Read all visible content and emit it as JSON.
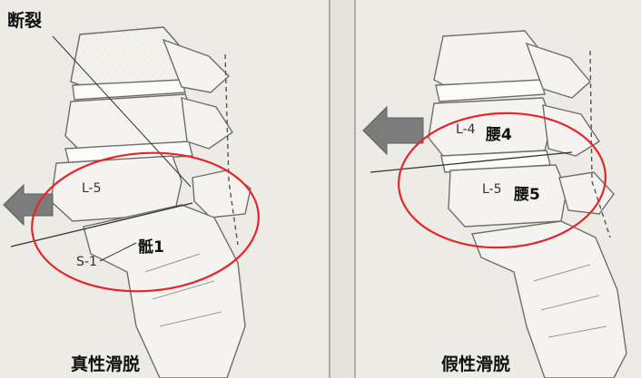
{
  "left_panel": {
    "fracture_label": "断裂",
    "vertebra_label": "L-5",
    "sacrum_label": "S-1",
    "sacrum_cn_label": "骶1",
    "caption": "真性滑脱"
  },
  "right_panel": {
    "upper_vertebra_label": "L-4",
    "upper_vertebra_cn_label": "腰4",
    "lower_vertebra_label": "L-5",
    "lower_vertebra_cn_label": "腰5",
    "caption": "假性滑脱"
  },
  "colors": {
    "background": "#ecebe6",
    "bone": "#f4f3ef",
    "bone_outline": "#6e6e6e",
    "arrow": "#7c7c7c",
    "highlight_ellipse": "#e3262b",
    "divider": "#9a9a9a"
  }
}
